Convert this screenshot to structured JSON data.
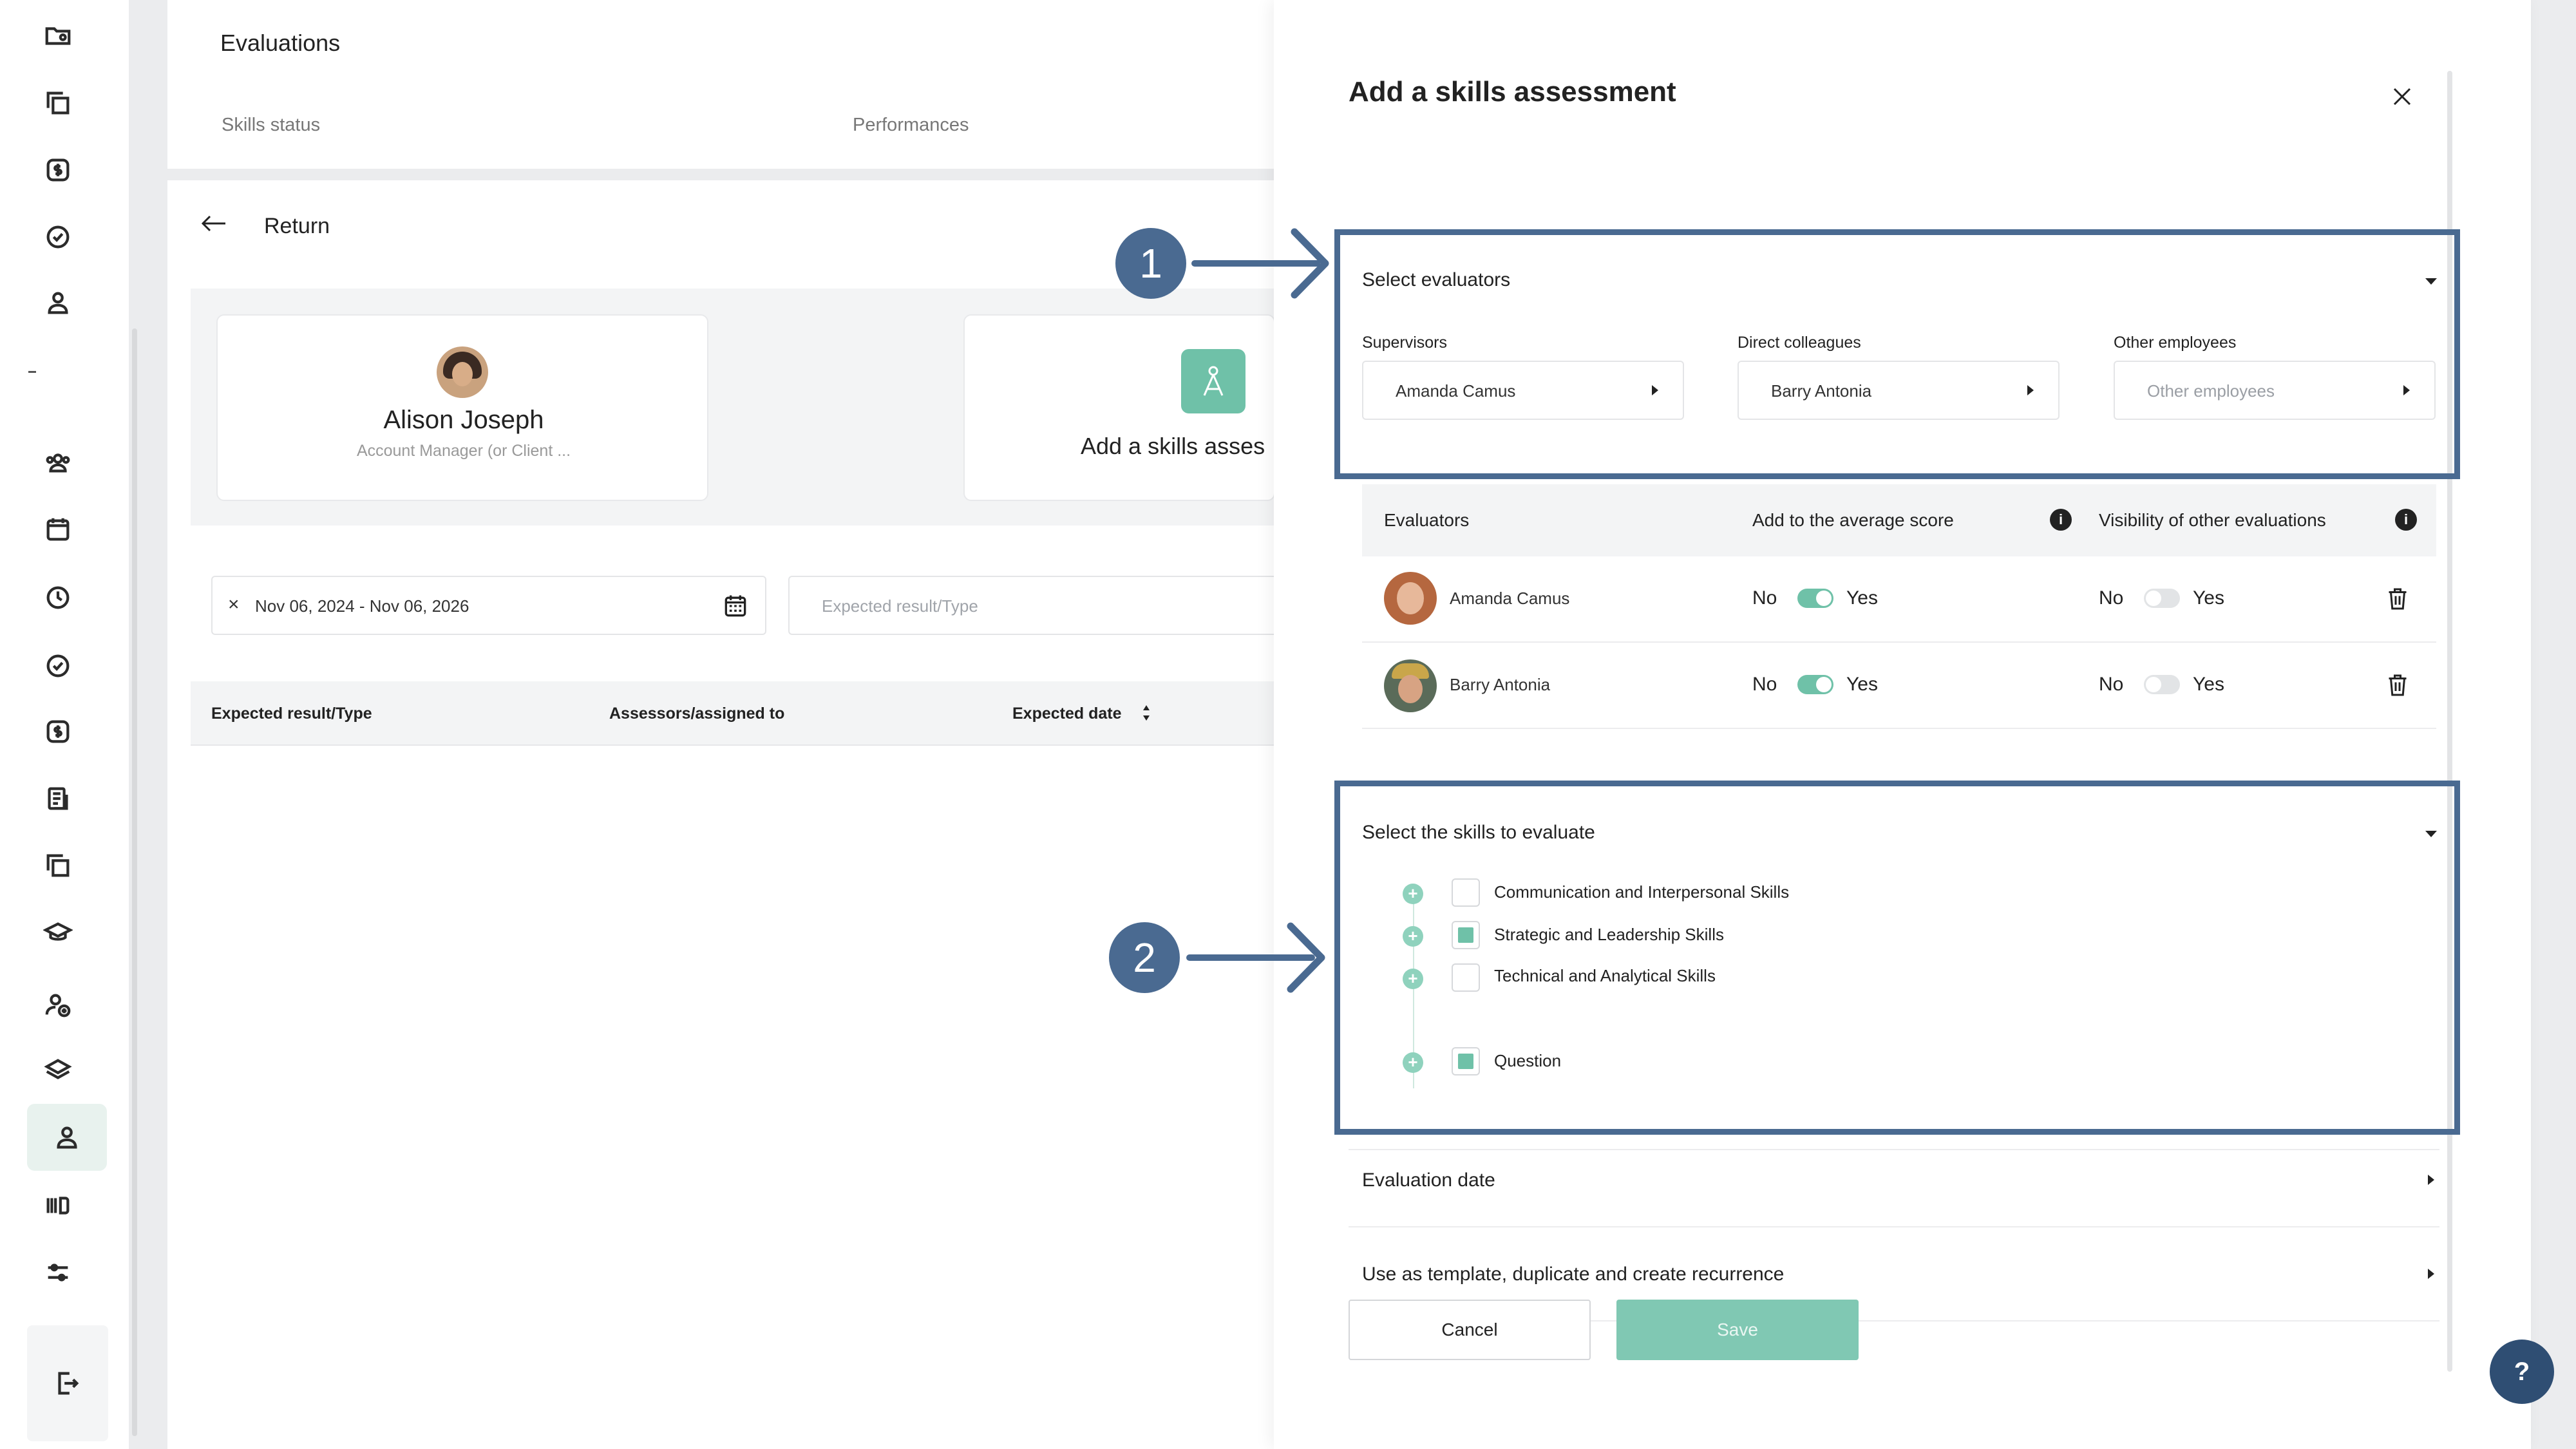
{
  "main": {
    "page_title": "Evaluations",
    "tabs": [
      {
        "label": "Skills status"
      },
      {
        "label": "Performances"
      }
    ],
    "return_label": "Return",
    "profile": {
      "name": "Alison Joseph",
      "role": "Account Manager (or Client ..."
    },
    "add_card_label": "Add a skills asses",
    "filters": {
      "date_range": "Nov 06, 2024 - Nov 06, 2026",
      "clear_symbol": "×",
      "expected_placeholder": "Expected result/Type"
    },
    "table_headers": [
      "Expected result/Type",
      "Assessors/assigned to",
      "Expected date"
    ]
  },
  "modal": {
    "title": "Add a skills assessment",
    "evaluators_section": {
      "title": "Select evaluators",
      "fields": [
        {
          "label": "Supervisors",
          "value": "Amanda Camus",
          "is_placeholder": false
        },
        {
          "label": "Direct colleagues",
          "value": "Barry Antonia",
          "is_placeholder": false
        },
        {
          "label": "Other employees",
          "value": "Other employees",
          "is_placeholder": true
        }
      ]
    },
    "evaluators_table": {
      "headers": [
        "Evaluators",
        "Add to the average score",
        "Visibility of other evaluations"
      ],
      "rows": [
        {
          "name": "Amanda Camus",
          "avg_no": "No",
          "avg_yes": "Yes",
          "avg_on": true,
          "vis_no": "No",
          "vis_yes": "Yes",
          "vis_on": false
        },
        {
          "name": "Barry Antonia",
          "avg_no": "No",
          "avg_yes": "Yes",
          "avg_on": true,
          "vis_no": "No",
          "vis_yes": "Yes",
          "vis_on": false
        }
      ]
    },
    "skills_section": {
      "title": "Select the skills to evaluate",
      "skills": [
        {
          "label": "Communication and Interpersonal Skills",
          "checked": false
        },
        {
          "label": "Strategic and Leadership Skills",
          "checked": true
        },
        {
          "label": "Technical and Analytical Skills",
          "checked": false
        },
        {
          "label": "Question",
          "checked": true
        }
      ]
    },
    "evaluation_date_label": "Evaluation date",
    "template_label": "Use as template, duplicate and create recurrence",
    "cancel_label": "Cancel",
    "save_label": "Save"
  },
  "callouts": [
    "1",
    "2"
  ],
  "help_label": "?",
  "colors": {
    "accent": "#6fc1a8",
    "callout": "#4a6a91",
    "save_button": "#80c8b3"
  }
}
